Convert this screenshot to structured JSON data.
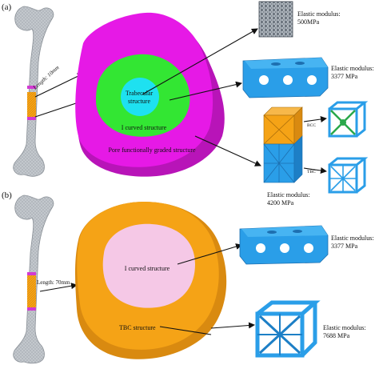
{
  "panel_a": {
    "tag": "(a)",
    "length": "Length: 10mm",
    "core_line1": "Trabecular",
    "core_line2": "structure",
    "middle": "I curved structure",
    "outer": "Pore functionally graded structure",
    "lattice_modulus_1": "Elastic modulus:",
    "lattice_modulus_2": "500MPa",
    "icurved_modulus_1": "Elastic modulus:",
    "icurved_modulus_2": "3377 MPa",
    "bcc": "BCC",
    "tbc": "TBC",
    "graded_modulus_1": "Elastic modulus:",
    "graded_modulus_2": "4200 MPa"
  },
  "panel_b": {
    "tag": "(b)",
    "length": "Length: 70mm",
    "inner": "I curved structure",
    "outer": "TBC structure",
    "icurved_modulus_1": "Elastic modulus:",
    "icurved_modulus_2": "3377 MPa",
    "tbc_modulus_1": "Elastic modulus:",
    "tbc_modulus_2": "7688 MPa"
  },
  "colors": {
    "magenta": "#e619e6",
    "green": "#33e633",
    "cyan": "#1ee1f0",
    "orange": "#f5a316",
    "pink": "#f5c8e6",
    "blue": "#2a9ee8",
    "bone": "#b9bec4"
  }
}
